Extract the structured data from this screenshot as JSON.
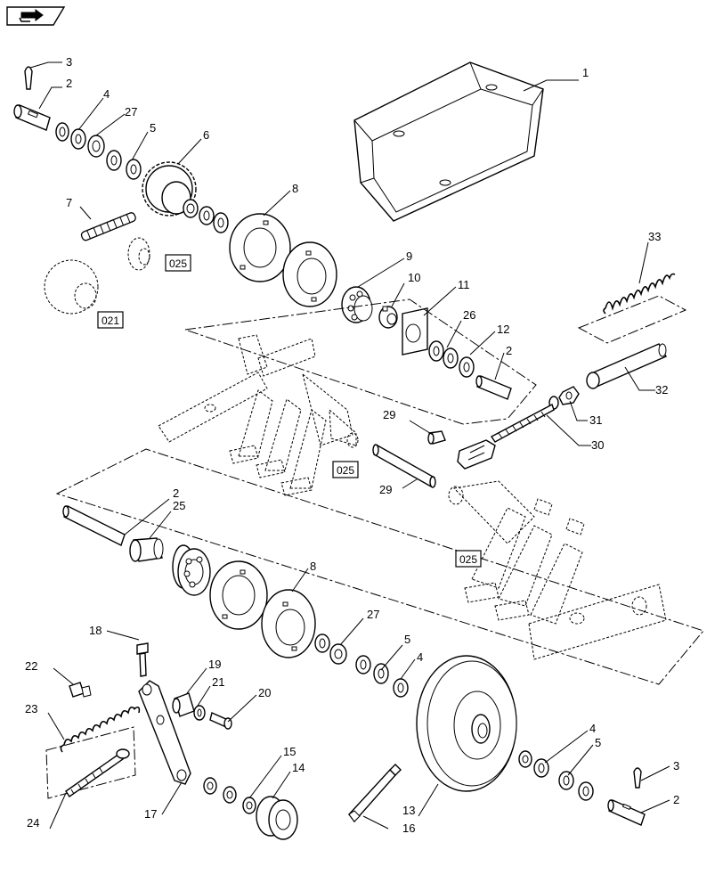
{
  "labels": [
    "1",
    "2",
    "3",
    "4",
    "5",
    "6",
    "7",
    "8",
    "9",
    "10",
    "11",
    "12",
    "13",
    "14",
    "15",
    "16",
    "17",
    "18",
    "19",
    "20",
    "21",
    "22",
    "23",
    "24",
    "25",
    "26",
    "27",
    "29",
    "30",
    "31",
    "32",
    "33"
  ],
  "callouts": [
    {
      "text": "3",
      "name": "callout-3-top"
    },
    {
      "text": "2",
      "name": "callout-2-top"
    },
    {
      "text": "4",
      "name": "callout-4-top"
    },
    {
      "text": "27",
      "name": "callout-27-top"
    },
    {
      "text": "5",
      "name": "callout-5-top"
    },
    {
      "text": "6",
      "name": "callout-6"
    },
    {
      "text": "7",
      "name": "callout-7"
    },
    {
      "text": "8",
      "name": "callout-8-top"
    },
    {
      "text": "1",
      "name": "callout-1"
    },
    {
      "text": "33",
      "name": "callout-33"
    },
    {
      "text": "9",
      "name": "callout-9"
    },
    {
      "text": "10",
      "name": "callout-10"
    },
    {
      "text": "11",
      "name": "callout-11"
    },
    {
      "text": "26",
      "name": "callout-26"
    },
    {
      "text": "12",
      "name": "callout-12"
    },
    {
      "text": "2",
      "name": "callout-2-right"
    },
    {
      "text": "32",
      "name": "callout-32"
    },
    {
      "text": "31",
      "name": "callout-31"
    },
    {
      "text": "29",
      "name": "callout-29-upper"
    },
    {
      "text": "30",
      "name": "callout-30"
    },
    {
      "text": "29",
      "name": "callout-29-lower"
    },
    {
      "text": "2",
      "name": "callout-2-middle"
    },
    {
      "text": "25",
      "name": "callout-25"
    },
    {
      "text": "8",
      "name": "callout-8-bottom"
    },
    {
      "text": "27",
      "name": "callout-27-bottom"
    },
    {
      "text": "5",
      "name": "callout-5-bottom"
    },
    {
      "text": "4",
      "name": "callout-4-bottom"
    },
    {
      "text": "18",
      "name": "callout-18"
    },
    {
      "text": "19",
      "name": "callout-19"
    },
    {
      "text": "21",
      "name": "callout-21"
    },
    {
      "text": "20",
      "name": "callout-20"
    },
    {
      "text": "22",
      "name": "callout-22"
    },
    {
      "text": "23",
      "name": "callout-23"
    },
    {
      "text": "24",
      "name": "callout-24"
    },
    {
      "text": "17",
      "name": "callout-17"
    },
    {
      "text": "15",
      "name": "callout-15"
    },
    {
      "text": "14",
      "name": "callout-14"
    },
    {
      "text": "13",
      "name": "callout-13"
    },
    {
      "text": "16",
      "name": "callout-16"
    },
    {
      "text": "4",
      "name": "callout-4-right"
    },
    {
      "text": "5",
      "name": "callout-5-right"
    },
    {
      "text": "3",
      "name": "callout-3-right"
    },
    {
      "text": "2",
      "name": "callout-2-bottom"
    }
  ],
  "references": [
    {
      "text": "025",
      "name": "ref-025-upper"
    },
    {
      "text": "021",
      "name": "ref-021"
    },
    {
      "text": "025",
      "name": "ref-025-middle"
    },
    {
      "text": "025",
      "name": "ref-025-lower"
    }
  ],
  "icons": {
    "corner_icon": "forward-arrow-icon"
  },
  "colors": {
    "line": "#000000",
    "background": "#ffffff"
  }
}
